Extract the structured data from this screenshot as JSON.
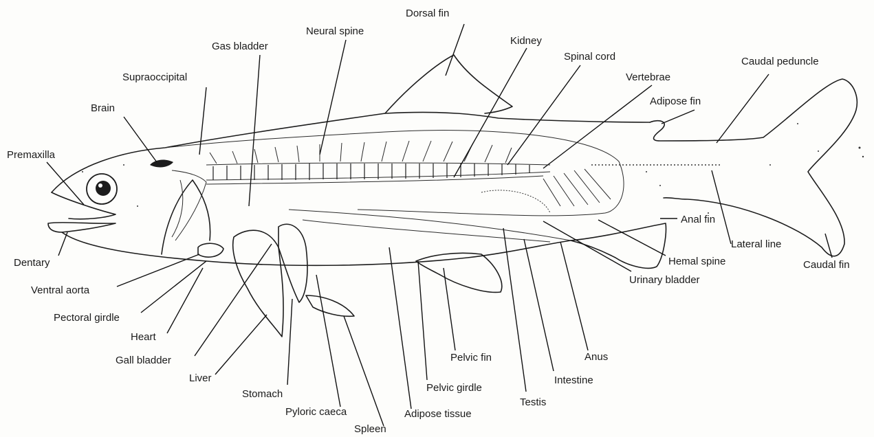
{
  "labels": {
    "dorsal_fin": "Dorsal fin",
    "neural_spine": "Neural spine",
    "gas_bladder": "Gas bladder",
    "kidney": "Kidney",
    "spinal_cord": "Spinal cord",
    "vertebrae": "Vertebrae",
    "caudal_peduncle": "Caudal peduncle",
    "adipose_fin": "Adipose fin",
    "supraoccipital": "Supraoccipital",
    "brain": "Brain",
    "premaxilla": "Premaxilla",
    "dentary": "Dentary",
    "ventral_aorta": "Ventral aorta",
    "pectoral_girdle": "Pectoral girdle",
    "heart": "Heart",
    "gall_bladder": "Gall bladder",
    "liver": "Liver",
    "stomach": "Stomach",
    "pyloric_caeca": "Pyloric caeca",
    "spleen": "Spleen",
    "adipose_tissue": "Adipose tissue",
    "pelvic_girdle": "Pelvic girdle",
    "pelvic_fin": "Pelvic fin",
    "testis": "Testis",
    "intestine": "Intestine",
    "anus": "Anus",
    "urinary_bladder": "Urinary bladder",
    "hemal_spine": "Hemal spine",
    "anal_fin": "Anal fin",
    "lateral_line": "Lateral line",
    "caudal_fin": "Caudal fin"
  },
  "colors": {
    "ink": "#1c1c1c",
    "paper": "#fdfdfb"
  }
}
